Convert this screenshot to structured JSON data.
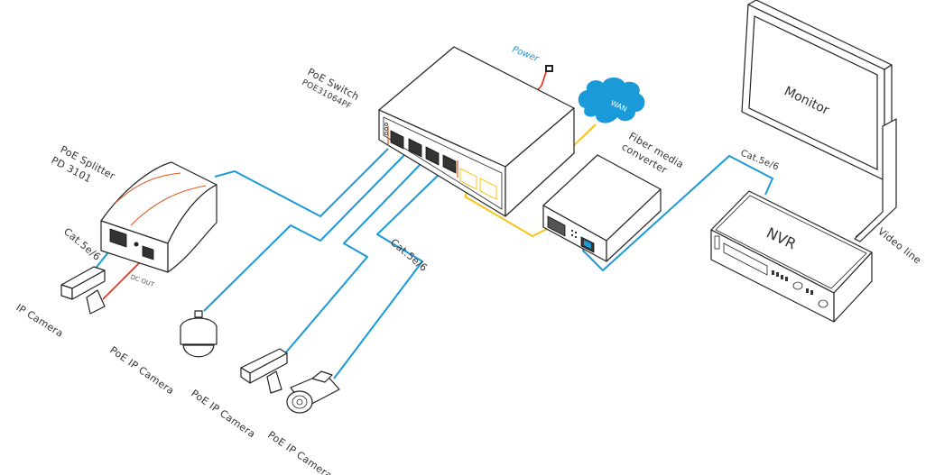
{
  "diagram": {
    "title": "PoE network topology",
    "colors": {
      "ethernet_cable": "#1a9ad9",
      "fiber_cable": "#f7c51a",
      "power_cable": "#e02b1a",
      "wan_cloud": "#1a9ad9",
      "accent": "#e05a1a"
    },
    "nodes": {
      "poe_switch": {
        "label": "PoE  Switch",
        "model": "POE31064PF"
      },
      "poe_splitter": {
        "label": "PoE Splitter",
        "model": "PD 3101"
      },
      "ip_camera": {
        "label": "IP Camera"
      },
      "poe_ip_camera_dome": {
        "label": "PoE IP Camera"
      },
      "poe_ip_camera_box": {
        "label": "PoE IP Camera"
      },
      "poe_ip_camera_bullet": {
        "label": "PoE IP Camera"
      },
      "fiber_converter": {
        "label_line1": "Fiber media",
        "label_line2": "converter"
      },
      "wan": {
        "label": "WAN"
      },
      "power": {
        "label": "Power"
      },
      "monitor": {
        "label": "Monitor"
      },
      "nvr": {
        "label": "NVR"
      }
    },
    "edge_labels": {
      "cat_splitter": "Cat.5e/6",
      "cat_cameras": "Cat.5e/6",
      "cat_nvr": "Cat.5e/6",
      "dc_out": "DC OUT",
      "video_line": "Video line"
    },
    "edges": [
      {
        "from": "poe_switch",
        "to": "poe_splitter",
        "type": "Cat.5e/6"
      },
      {
        "from": "poe_switch",
        "to": "poe_ip_camera_dome",
        "type": "Cat.5e/6"
      },
      {
        "from": "poe_switch",
        "to": "poe_ip_camera_box",
        "type": "Cat.5e/6"
      },
      {
        "from": "poe_switch",
        "to": "poe_ip_camera_bullet",
        "type": "Cat.5e/6"
      },
      {
        "from": "poe_splitter",
        "to": "ip_camera",
        "type": "Cat.5e/6"
      },
      {
        "from": "poe_splitter",
        "to": "ip_camera",
        "type": "DC OUT"
      },
      {
        "from": "poe_switch",
        "to": "wan",
        "type": "fiber"
      },
      {
        "from": "poe_switch",
        "to": "fiber_converter",
        "type": "fiber"
      },
      {
        "from": "fiber_converter",
        "to": "nvr",
        "type": "Cat.5e/6"
      },
      {
        "from": "nvr",
        "to": "monitor",
        "type": "Video line"
      },
      {
        "from": "power",
        "to": "poe_switch",
        "type": "power"
      }
    ]
  }
}
